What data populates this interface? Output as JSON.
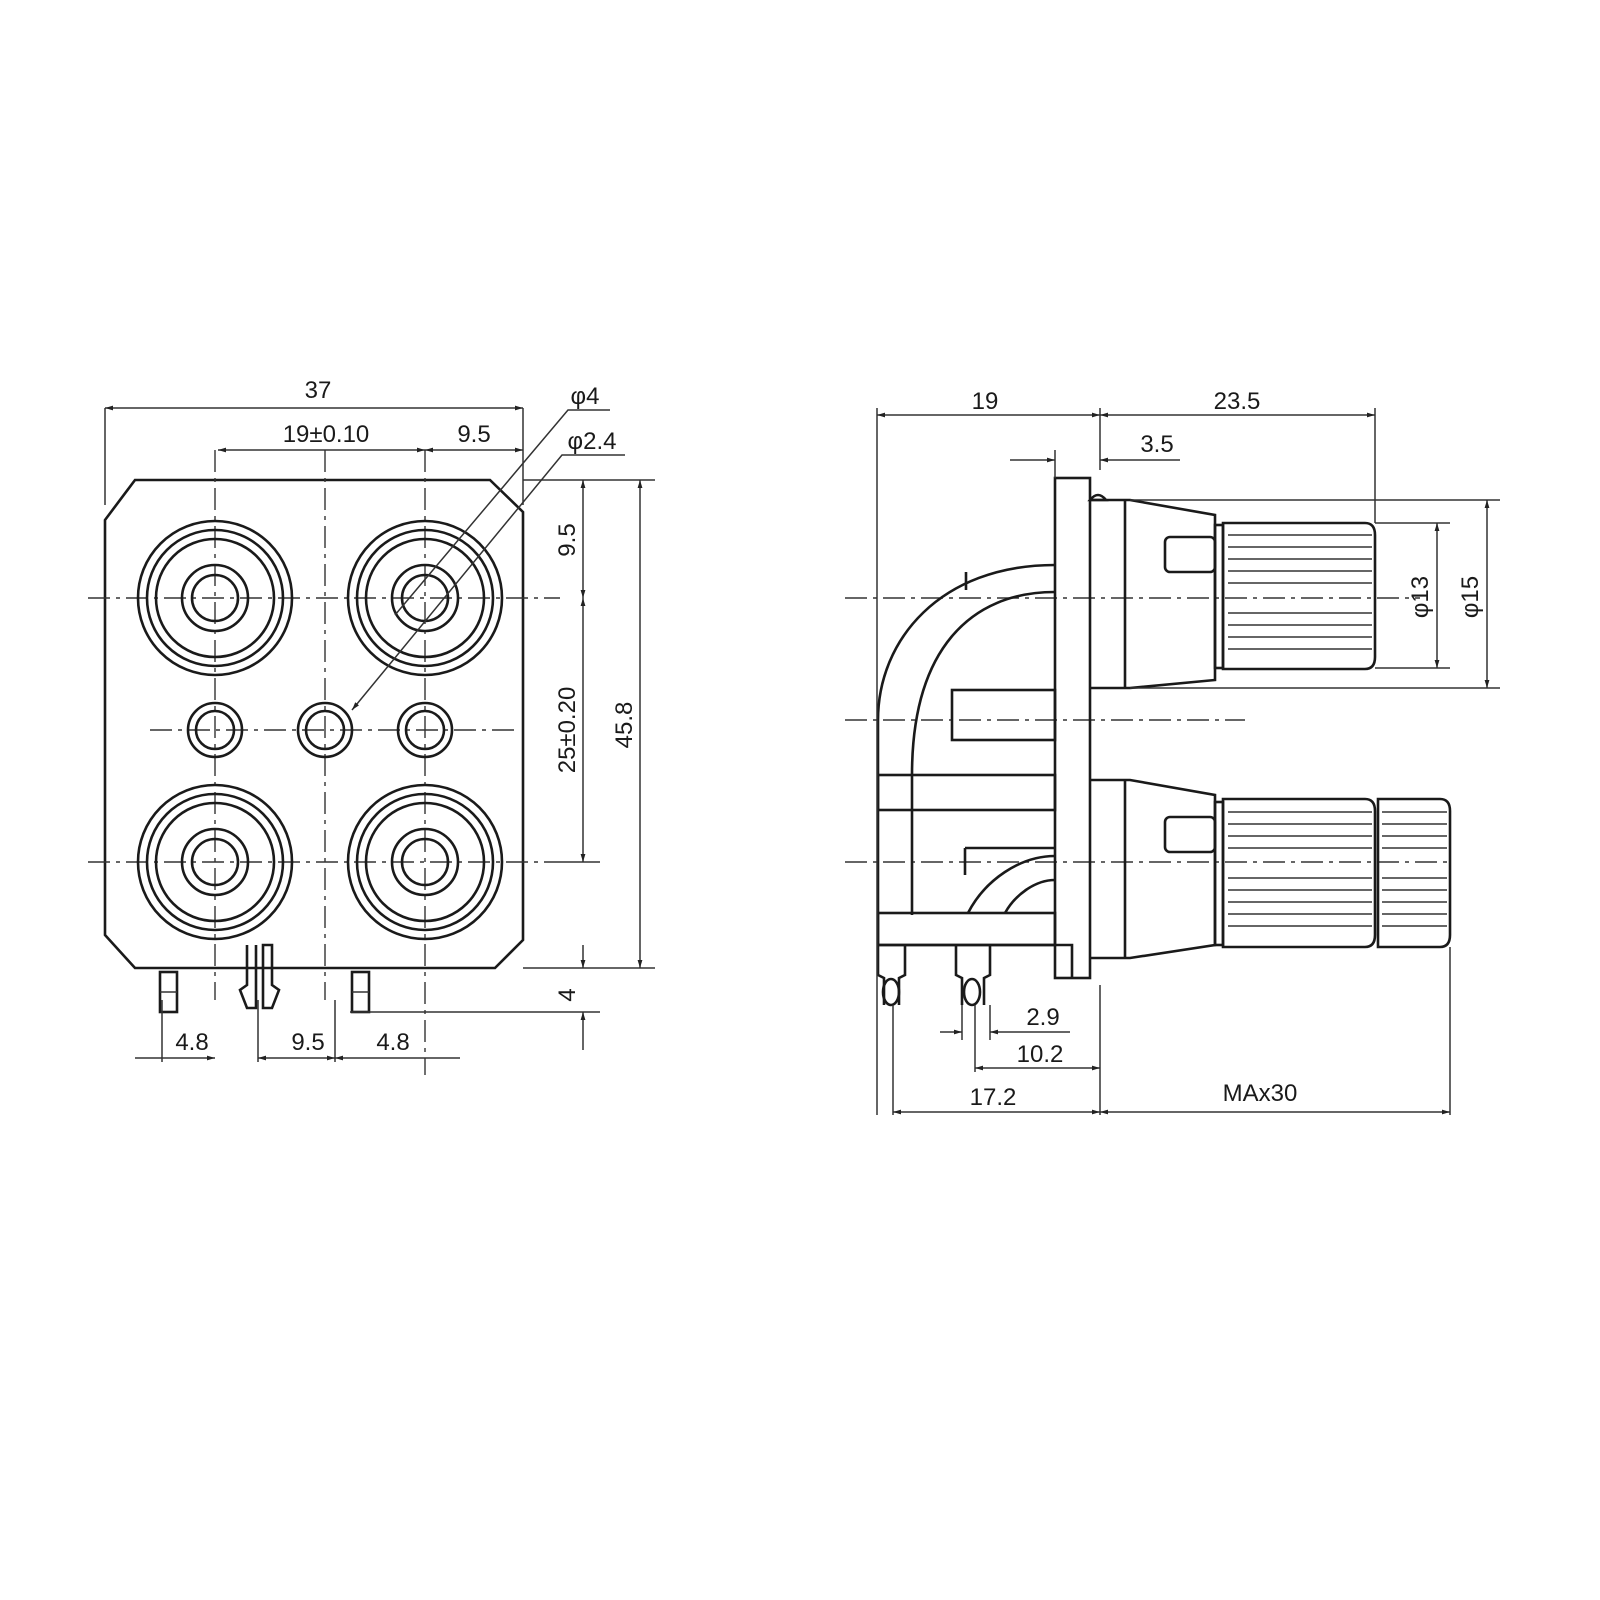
{
  "front_view": {
    "dims": {
      "width_total": "37",
      "jack_spacing": "19±0.10",
      "edge_offset": "9.5",
      "phi_outer": "φ4",
      "phi_inner": "φ2.4",
      "top_offset": "9.5",
      "row_spacing": "25±0.20",
      "height_total": "45.8",
      "pin_length": "4",
      "pin_left": "4.8",
      "pin_mid": "9.5",
      "pin_right": "4.8"
    }
  },
  "side_view": {
    "dims": {
      "body_depth": "19",
      "jack_length": "23.5",
      "flange": "3.5",
      "phi_13": "φ13",
      "phi_15": "φ15",
      "pin_width": "2.9",
      "pin_offset": "10.2",
      "pin_depth": "17.2",
      "max_length": "MAx30"
    }
  }
}
